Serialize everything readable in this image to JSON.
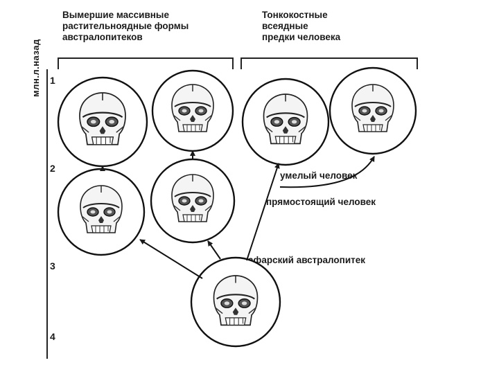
{
  "axis": {
    "title": "млн.л.назад",
    "ticks": [
      "1",
      "2",
      "3",
      "4"
    ]
  },
  "groups": {
    "left_title_lines": [
      "Вымершие массивные",
      "растительноядные формы",
      "австралопитеков"
    ],
    "right_title_lines": [
      "Тонкокостные",
      "всеядные",
      "предки человека"
    ]
  },
  "species": {
    "homo_habilis": "умелый человек",
    "homo_erectus": "прямостоящий человек",
    "afarensis": "афарский австралопитек"
  },
  "skulls": [
    {
      "id": "massive-top-left"
    },
    {
      "id": "massive-top-right"
    },
    {
      "id": "massive-mid-left"
    },
    {
      "id": "massive-mid-right"
    },
    {
      "id": "homo-top-left"
    },
    {
      "id": "homo-top-right"
    },
    {
      "id": "afarensis-bottom"
    }
  ]
}
